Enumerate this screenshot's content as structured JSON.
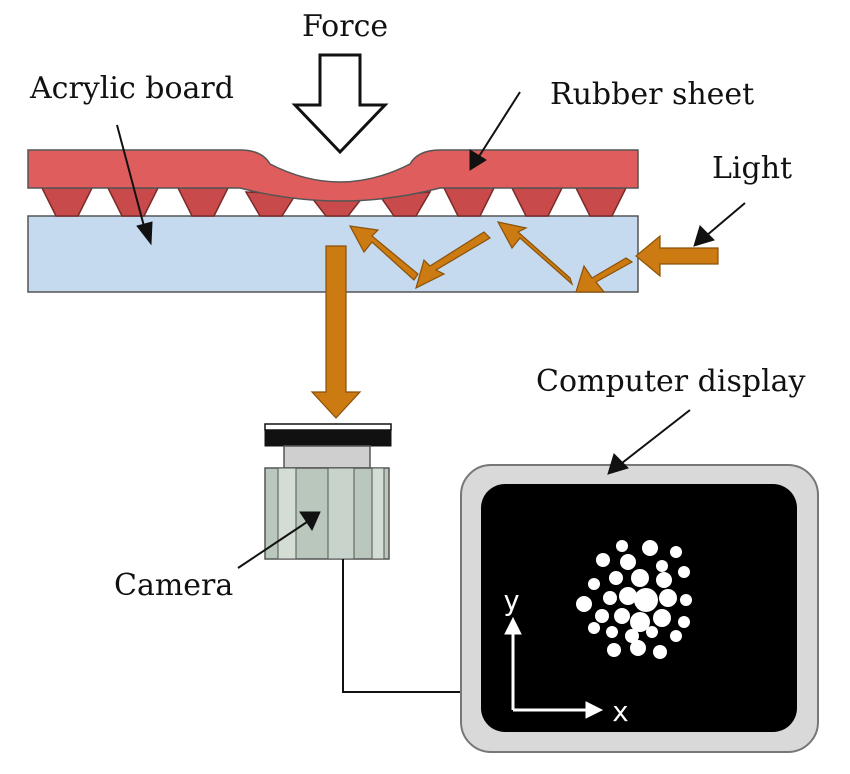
{
  "labels": {
    "force": "Force",
    "acrylic_board": "Acrylic board",
    "rubber_sheet": "Rubber sheet",
    "light": "Light",
    "computer_display": "Computer display",
    "camera": "Camera",
    "axis_x": "x",
    "axis_y": "y"
  },
  "colors": {
    "rubber": "#e05d5d",
    "rubber_bump": "#c84a4a",
    "acrylic": "#c5d9ef",
    "light_arrow": "#cc7a12",
    "camera_body": "#b9c7bd",
    "display_bezel": "#d9d9d9",
    "display_screen": "#000000",
    "blob": "#ffffff"
  },
  "icons": {
    "force_arrow": "hollow-down-arrow-icon",
    "light_path": "orange-arrow-icon",
    "camera": "camera-icon",
    "display": "monitor-icon"
  }
}
